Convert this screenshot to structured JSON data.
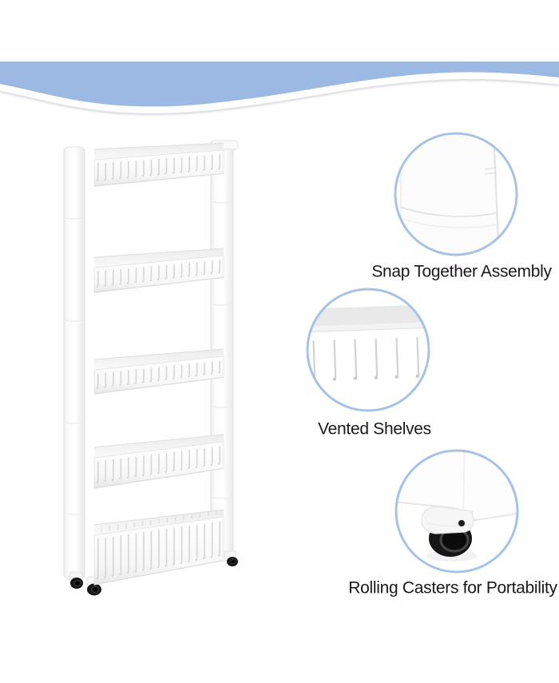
{
  "image": {
    "alt": "White five-tier slim rolling storage tower with feature close-ups",
    "background": "#ffffff"
  },
  "banner": {
    "name": "decorative-wave-banner",
    "blue": "#9cb9e3",
    "shadow": "#d9d9d9"
  },
  "callouts": [
    {
      "label": "Snap Together Assembly",
      "icon": "pole-joint-closeup-icon"
    },
    {
      "label": "Vented Shelves",
      "icon": "vented-shelf-closeup-icon"
    },
    {
      "label": "Rolling Casters for Portability",
      "icon": "caster-wheel-closeup-icon"
    }
  ],
  "colors": {
    "text": "#1a1a1a",
    "circle_border": "#a8c2e6",
    "cart_edge": "#e3e3e3",
    "wheel": "#161616"
  }
}
